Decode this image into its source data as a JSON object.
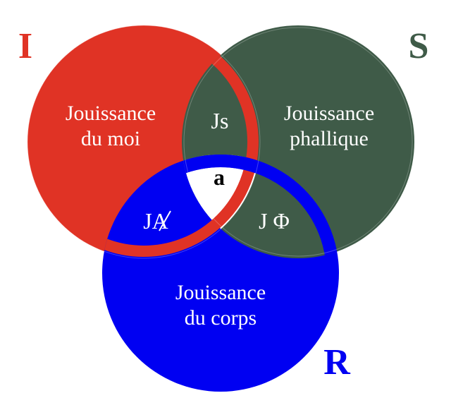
{
  "colors": {
    "imaginary": "#e03325",
    "symbolic": "#3f5b48",
    "real": "#0000f2",
    "center_fill": "#ffffff"
  },
  "corner_labels": {
    "imaginary": "I",
    "symbolic": "S",
    "real": "R"
  },
  "regions": {
    "imaginary_line1": "Jouissance",
    "imaginary_line2": "du moi",
    "symbolic_line1": "Jouissance",
    "symbolic_line2": "phallique",
    "real_line1": "Jouissance",
    "real_line2": "du corps",
    "imaginary_symbolic": "Js",
    "imaginary_real": "JA",
    "symbolic_real": "J Φ",
    "center": "a"
  }
}
